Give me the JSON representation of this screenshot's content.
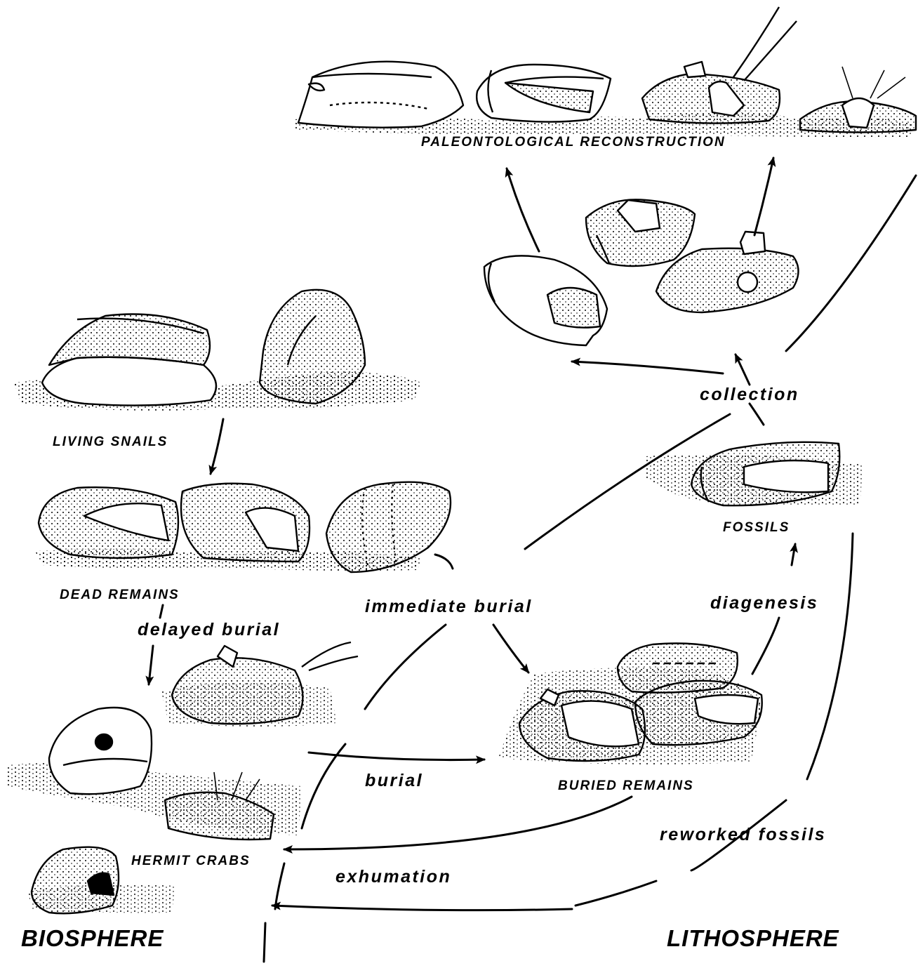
{
  "labels": {
    "paleo": "PALEONTOLOGICAL RECONSTRUCTION",
    "living": "LIVING SNAILS",
    "dead": "DEAD REMAINS",
    "hermit": "HERMIT CRABS",
    "buried": "BURIED REMAINS",
    "fossils": "FOSSILS"
  },
  "processes": {
    "collection": "collection",
    "immediate_burial": "immediate burial",
    "delayed_burial": "delayed burial",
    "diagenesis": "diagenesis",
    "burial": "burial",
    "exhumation": "exhumation",
    "reworked": "reworked fossils"
  },
  "spheres": {
    "bio": "BIOSPHERE",
    "litho": "LITHOSPHERE"
  }
}
